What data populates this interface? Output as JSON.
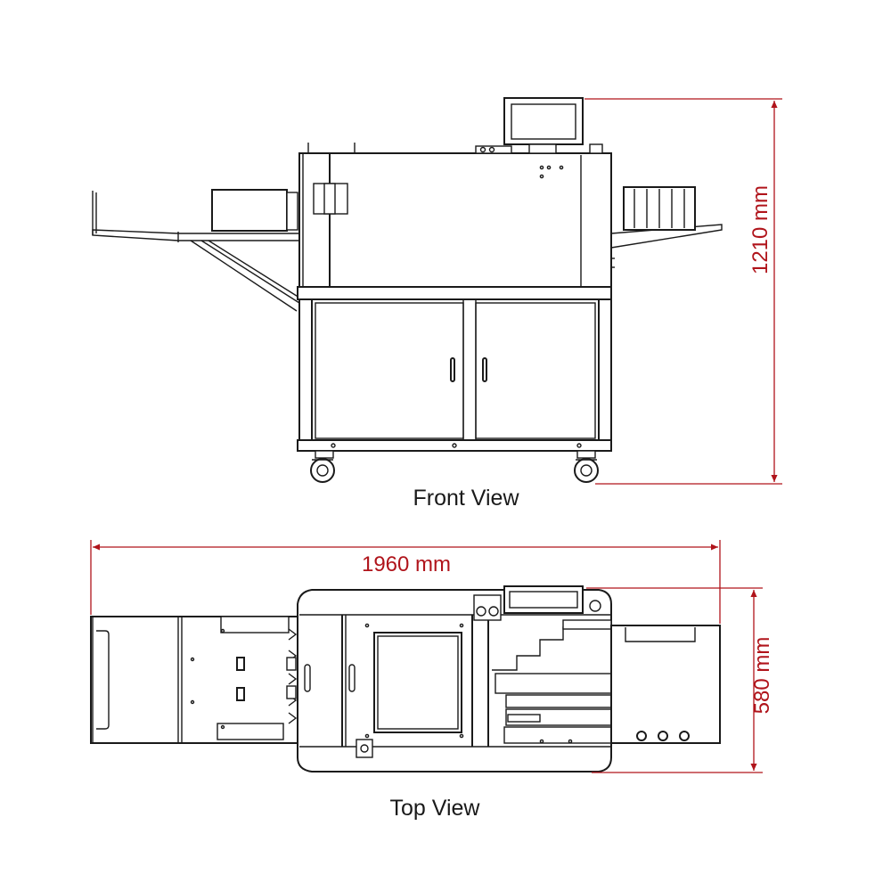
{
  "labels": {
    "front_view": "Front View",
    "top_view": "Top View"
  },
  "dimensions": {
    "height": "1210 mm",
    "width": "1960 mm",
    "depth": "580 mm"
  },
  "colors": {
    "line": "#1a1a1a",
    "dimension": "#b0141b",
    "background": "#ffffff"
  }
}
